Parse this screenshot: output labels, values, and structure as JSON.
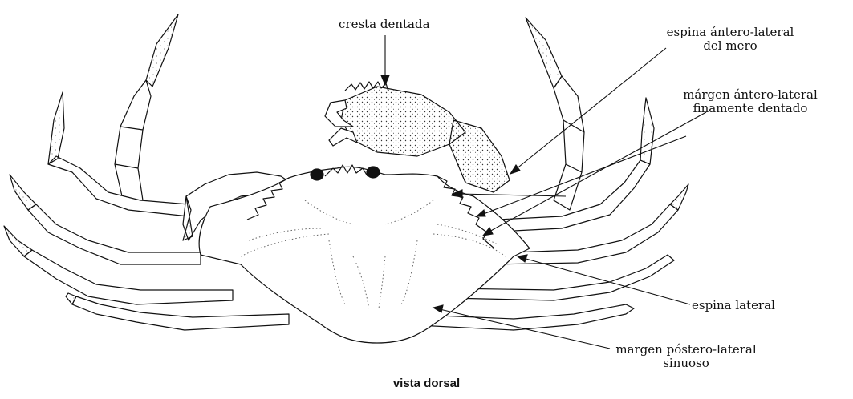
{
  "labels": {
    "cresta": "cresta dentada",
    "espina_mero_1": "espina ántero-lateral",
    "espina_mero_2": "del mero",
    "margen_antero_1": "márgen ántero-lateral",
    "margen_antero_2": "finamente dentado",
    "espina_lateral": "espina lateral",
    "margen_postero_1": "margen póstero-lateral",
    "margen_postero_2": "sinuoso"
  },
  "caption": "vista dorsal"
}
